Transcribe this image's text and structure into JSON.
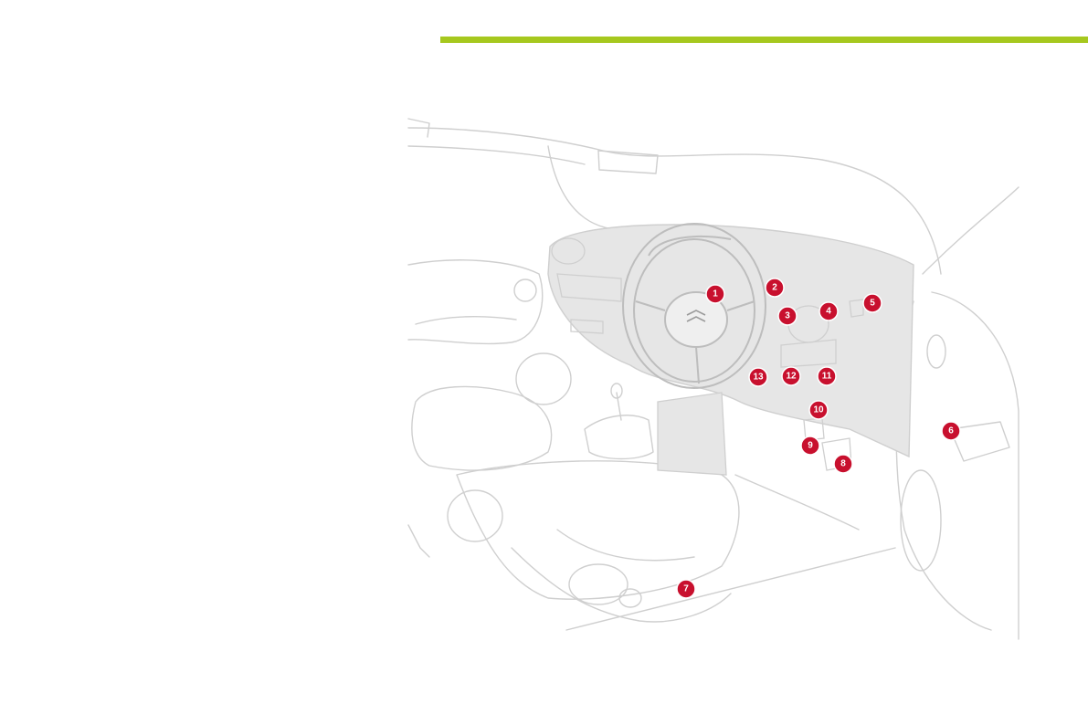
{
  "colors": {
    "accent_rule": "#a6c81e",
    "callout_fill": "#c8102e",
    "outline": "#c9c9c9",
    "dashboard_fill": "#e4e4e4"
  },
  "illustration": {
    "subject": "car-interior-dashboard",
    "callouts": [
      {
        "label": "1"
      },
      {
        "label": "2"
      },
      {
        "label": "3"
      },
      {
        "label": "4"
      },
      {
        "label": "5"
      },
      {
        "label": "6"
      },
      {
        "label": "7"
      },
      {
        "label": "8"
      },
      {
        "label": "9"
      },
      {
        "label": "10"
      },
      {
        "label": "11"
      },
      {
        "label": "12"
      },
      {
        "label": "13"
      }
    ]
  }
}
